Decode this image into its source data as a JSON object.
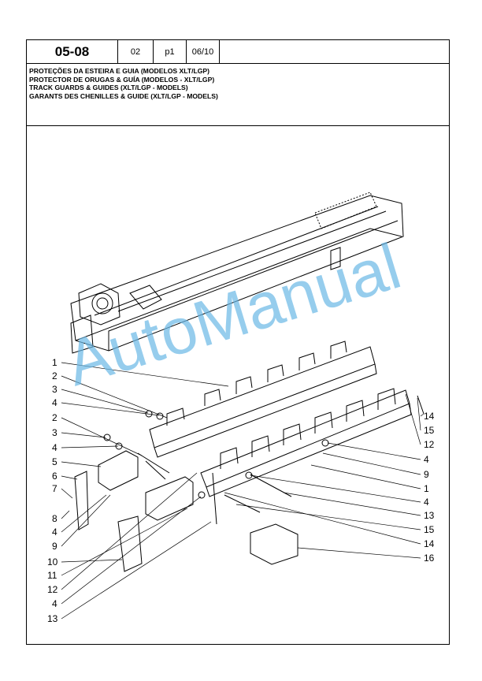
{
  "header": {
    "code": "05-08",
    "rev": "02",
    "page": "p1",
    "date": "06/10"
  },
  "titles": [
    "PROTEÇÕES DA ESTEIRA E GUIA (MODELOS XLT/LGP)",
    "PROTECTOR DE ORUGAS & GUÍA (MODELOS - XLT/LGP)",
    "TRACK GUARDS & GUIDES (XLT/LGP - MODELS)",
    "GARANTS DES CHENILLES & GUIDE (XLT/LGP - MODELS)"
  ],
  "watermark": "AutoManual",
  "callouts_left": [
    "1",
    "2",
    "3",
    "4",
    "2",
    "3",
    "4",
    "5",
    "6",
    "7",
    "8",
    "4",
    "9",
    "10",
    "11",
    "12",
    "4",
    "13"
  ],
  "callouts_right": [
    "14",
    "15",
    "12",
    "4",
    "9",
    "1",
    "4",
    "13",
    "15",
    "14",
    "16"
  ]
}
